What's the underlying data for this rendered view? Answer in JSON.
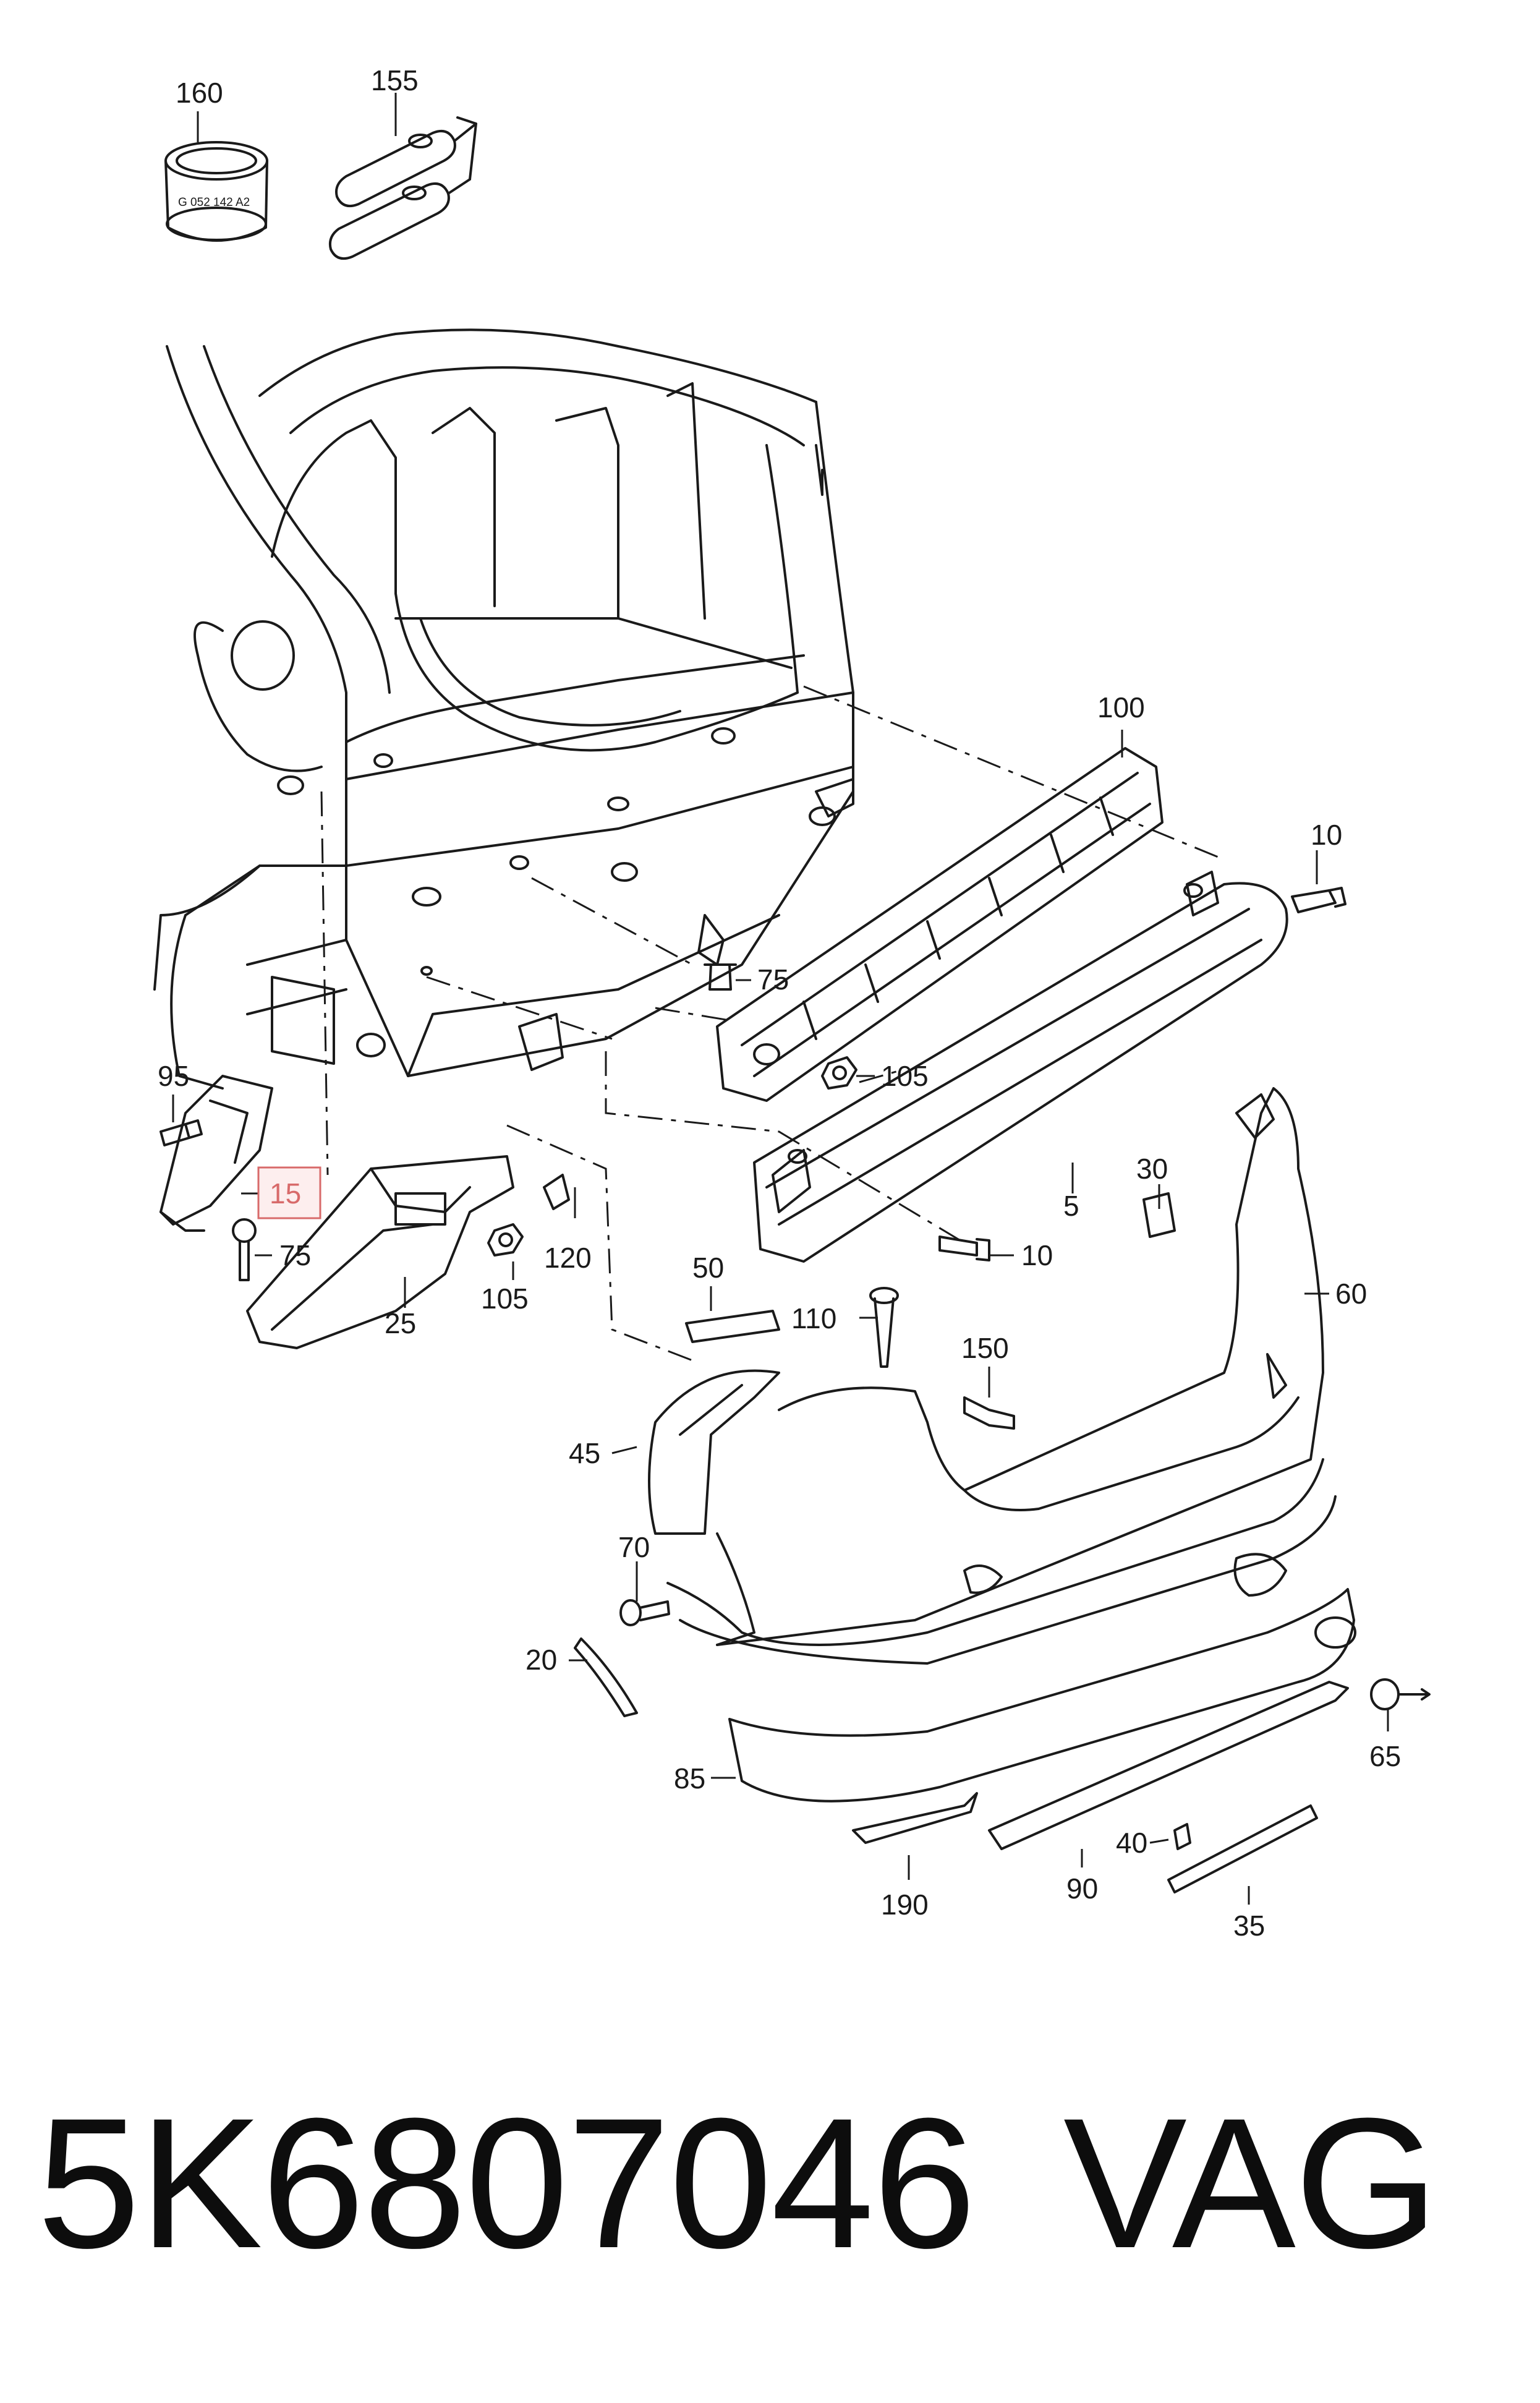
{
  "callouts": {
    "c160": "160",
    "c155": "155",
    "c100": "100",
    "c10a": "10",
    "c75a": "75",
    "c105a": "105",
    "c95": "95",
    "c15": "15",
    "c75b": "75",
    "c25": "25",
    "c105b": "105",
    "c120": "120",
    "c5": "5",
    "c10b": "10",
    "c30": "30",
    "c60": "60",
    "c50": "50",
    "c110": "110",
    "c150": "150",
    "c45": "45",
    "c70": "70",
    "c20": "20",
    "c65": "65",
    "c85": "85",
    "c190": "190",
    "c90": "90",
    "c40": "40",
    "c35": "35"
  },
  "sealant_label": "G 052 142 A2",
  "footer": {
    "part_number": "5K6807046",
    "brand": "VAG"
  },
  "highlight_color": "#d86a6a"
}
